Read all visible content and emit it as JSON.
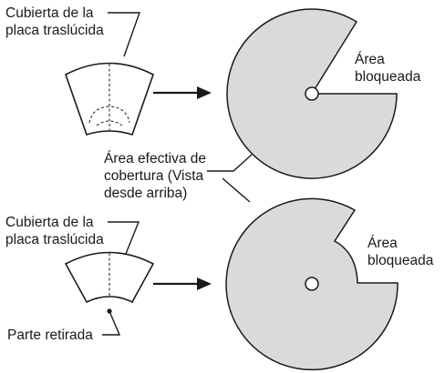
{
  "colors": {
    "coverage_fill": "#dadada",
    "line": "#1a1a1a",
    "background": "#ffffff"
  },
  "top": {
    "cover_label": [
      "Cubierta de la",
      "placa traslúcida"
    ],
    "blocked_label": [
      "Área",
      "bloqueada"
    ]
  },
  "middle": {
    "coverage_label": [
      "Área efectiva de",
      "cobertura (Vista",
      "desde arriba)"
    ]
  },
  "bottom": {
    "cover_label": [
      "Cubierta de la",
      "placa traslúcida"
    ],
    "blocked_label": [
      "Área",
      "bloqueada"
    ],
    "removed_label": "Parte retirada"
  }
}
